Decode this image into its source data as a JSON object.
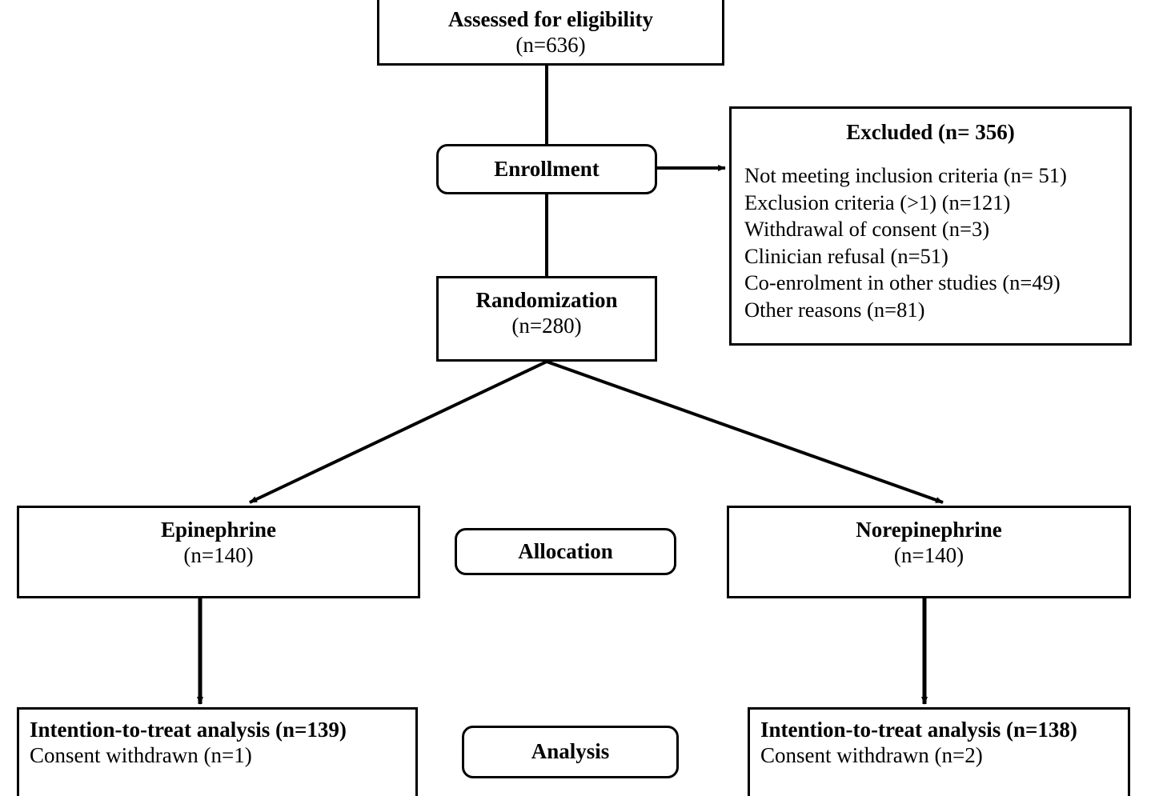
{
  "diagram": {
    "type": "CONSORT participant flow diagram",
    "nodes": {
      "eligibility": {
        "title": "Assessed for eligibility",
        "count": "(n=636)"
      },
      "enrollment": {
        "label": "Enrollment"
      },
      "excluded": {
        "title": "Excluded  (n= 356)",
        "reasons": [
          "Not meeting inclusion criteria (n= 51)",
          "Exclusion criteria (>1) (n=121)",
          "Withdrawal of consent (n=3)",
          "Clinician refusal (n=51)",
          "Co-enrolment in other studies (n=49)",
          "Other reasons (n=81)"
        ]
      },
      "randomization": {
        "title": "Randomization",
        "count": "(n=280)"
      },
      "allocation": {
        "label": "Allocation"
      },
      "arm_left": {
        "title": "Epinephrine",
        "count": "(n=140)"
      },
      "arm_right": {
        "title": "Norepinephrine",
        "count": "(n=140)"
      },
      "analysis": {
        "label": "Analysis"
      },
      "analysis_left": {
        "title": "Intention-to-treat analysis (n=139)",
        "note": "Consent withdrawn (n=1)"
      },
      "analysis_right": {
        "title": "Intention-to-treat analysis (n=138)",
        "note": "Consent withdrawn (n=2)"
      }
    },
    "colors": {
      "stroke": "#000000",
      "fill": "#ffffff",
      "text": "#000000"
    }
  }
}
